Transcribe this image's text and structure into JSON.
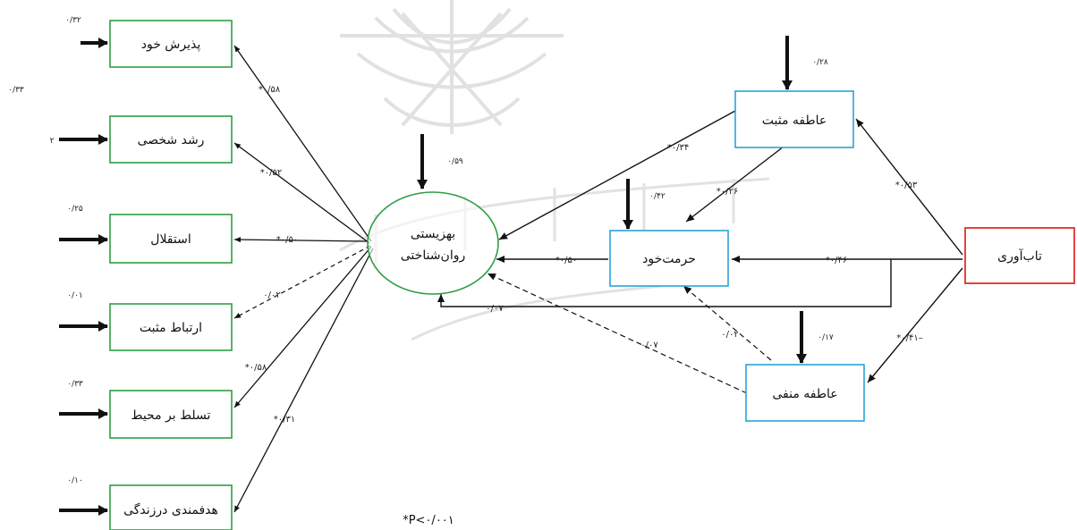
{
  "nodes": {
    "self_acceptance": "پذیرش خود",
    "personal_growth": "رشد شخصی",
    "autonomy": "استقلال",
    "positive_relations": "ارتباط مثبت",
    "environmental_mastery": "تسلط بر محیط",
    "purpose_in_life": "هدفمندی درزندگی",
    "wellbeing_line1": "بهزیستی",
    "wellbeing_line2": "روان‌شناختی",
    "positive_affect": "عاطفه مثبت",
    "self_esteem": "حرمت‌خود",
    "negative_affect": "عاطفه منفی",
    "resilience": "تاب‌آوری"
  },
  "colors": {
    "indicator_border": "#2e9e46",
    "mediator_border": "#29a3d6",
    "exogenous_border": "#e0302a",
    "wellbeing_ellipse": "#2e9e46",
    "watermark": "#d9d9d9"
  },
  "errors": {
    "self_acceptance": "۰/۳۲",
    "stray_left": "۰/۳۳",
    "personal_growth": "۲",
    "autonomy": "۰/۲۵",
    "positive_relations": "۰/۰۱",
    "environmental_mastery": "۰/۳۳",
    "purpose_in_life": "۰/۱۰",
    "wellbeing": "۰/۵۹",
    "positive_affect": "۰/۲۸",
    "self_esteem": "۰/۴۲",
    "negative_affect": "۰/۱۷"
  },
  "loadings": {
    "self_acceptance": "*۰/۵۸",
    "personal_growth": "*۰/۵۲",
    "autonomy": "*۰/۵۰",
    "positive_relations": "۰/۰۲",
    "environmental_mastery": "*۰/۵۸",
    "purpose_in_life": "*۰/۳۱"
  },
  "paths": {
    "pa_to_wb": "*۰/۳۴",
    "pa_to_se": "*۰/۲۶",
    "se_to_wb": "*۰/۵۰",
    "res_to_pa": "*۰/۵۳",
    "res_to_se": "*۰/۴۶",
    "res_to_na": "*۰/۴۱–",
    "res_to_wb": "۰/۰۷",
    "na_to_se": "۰/۰۲",
    "na_to_wb": "۰/۰۷"
  },
  "footnote": "*P<۰/۰۰۱"
}
